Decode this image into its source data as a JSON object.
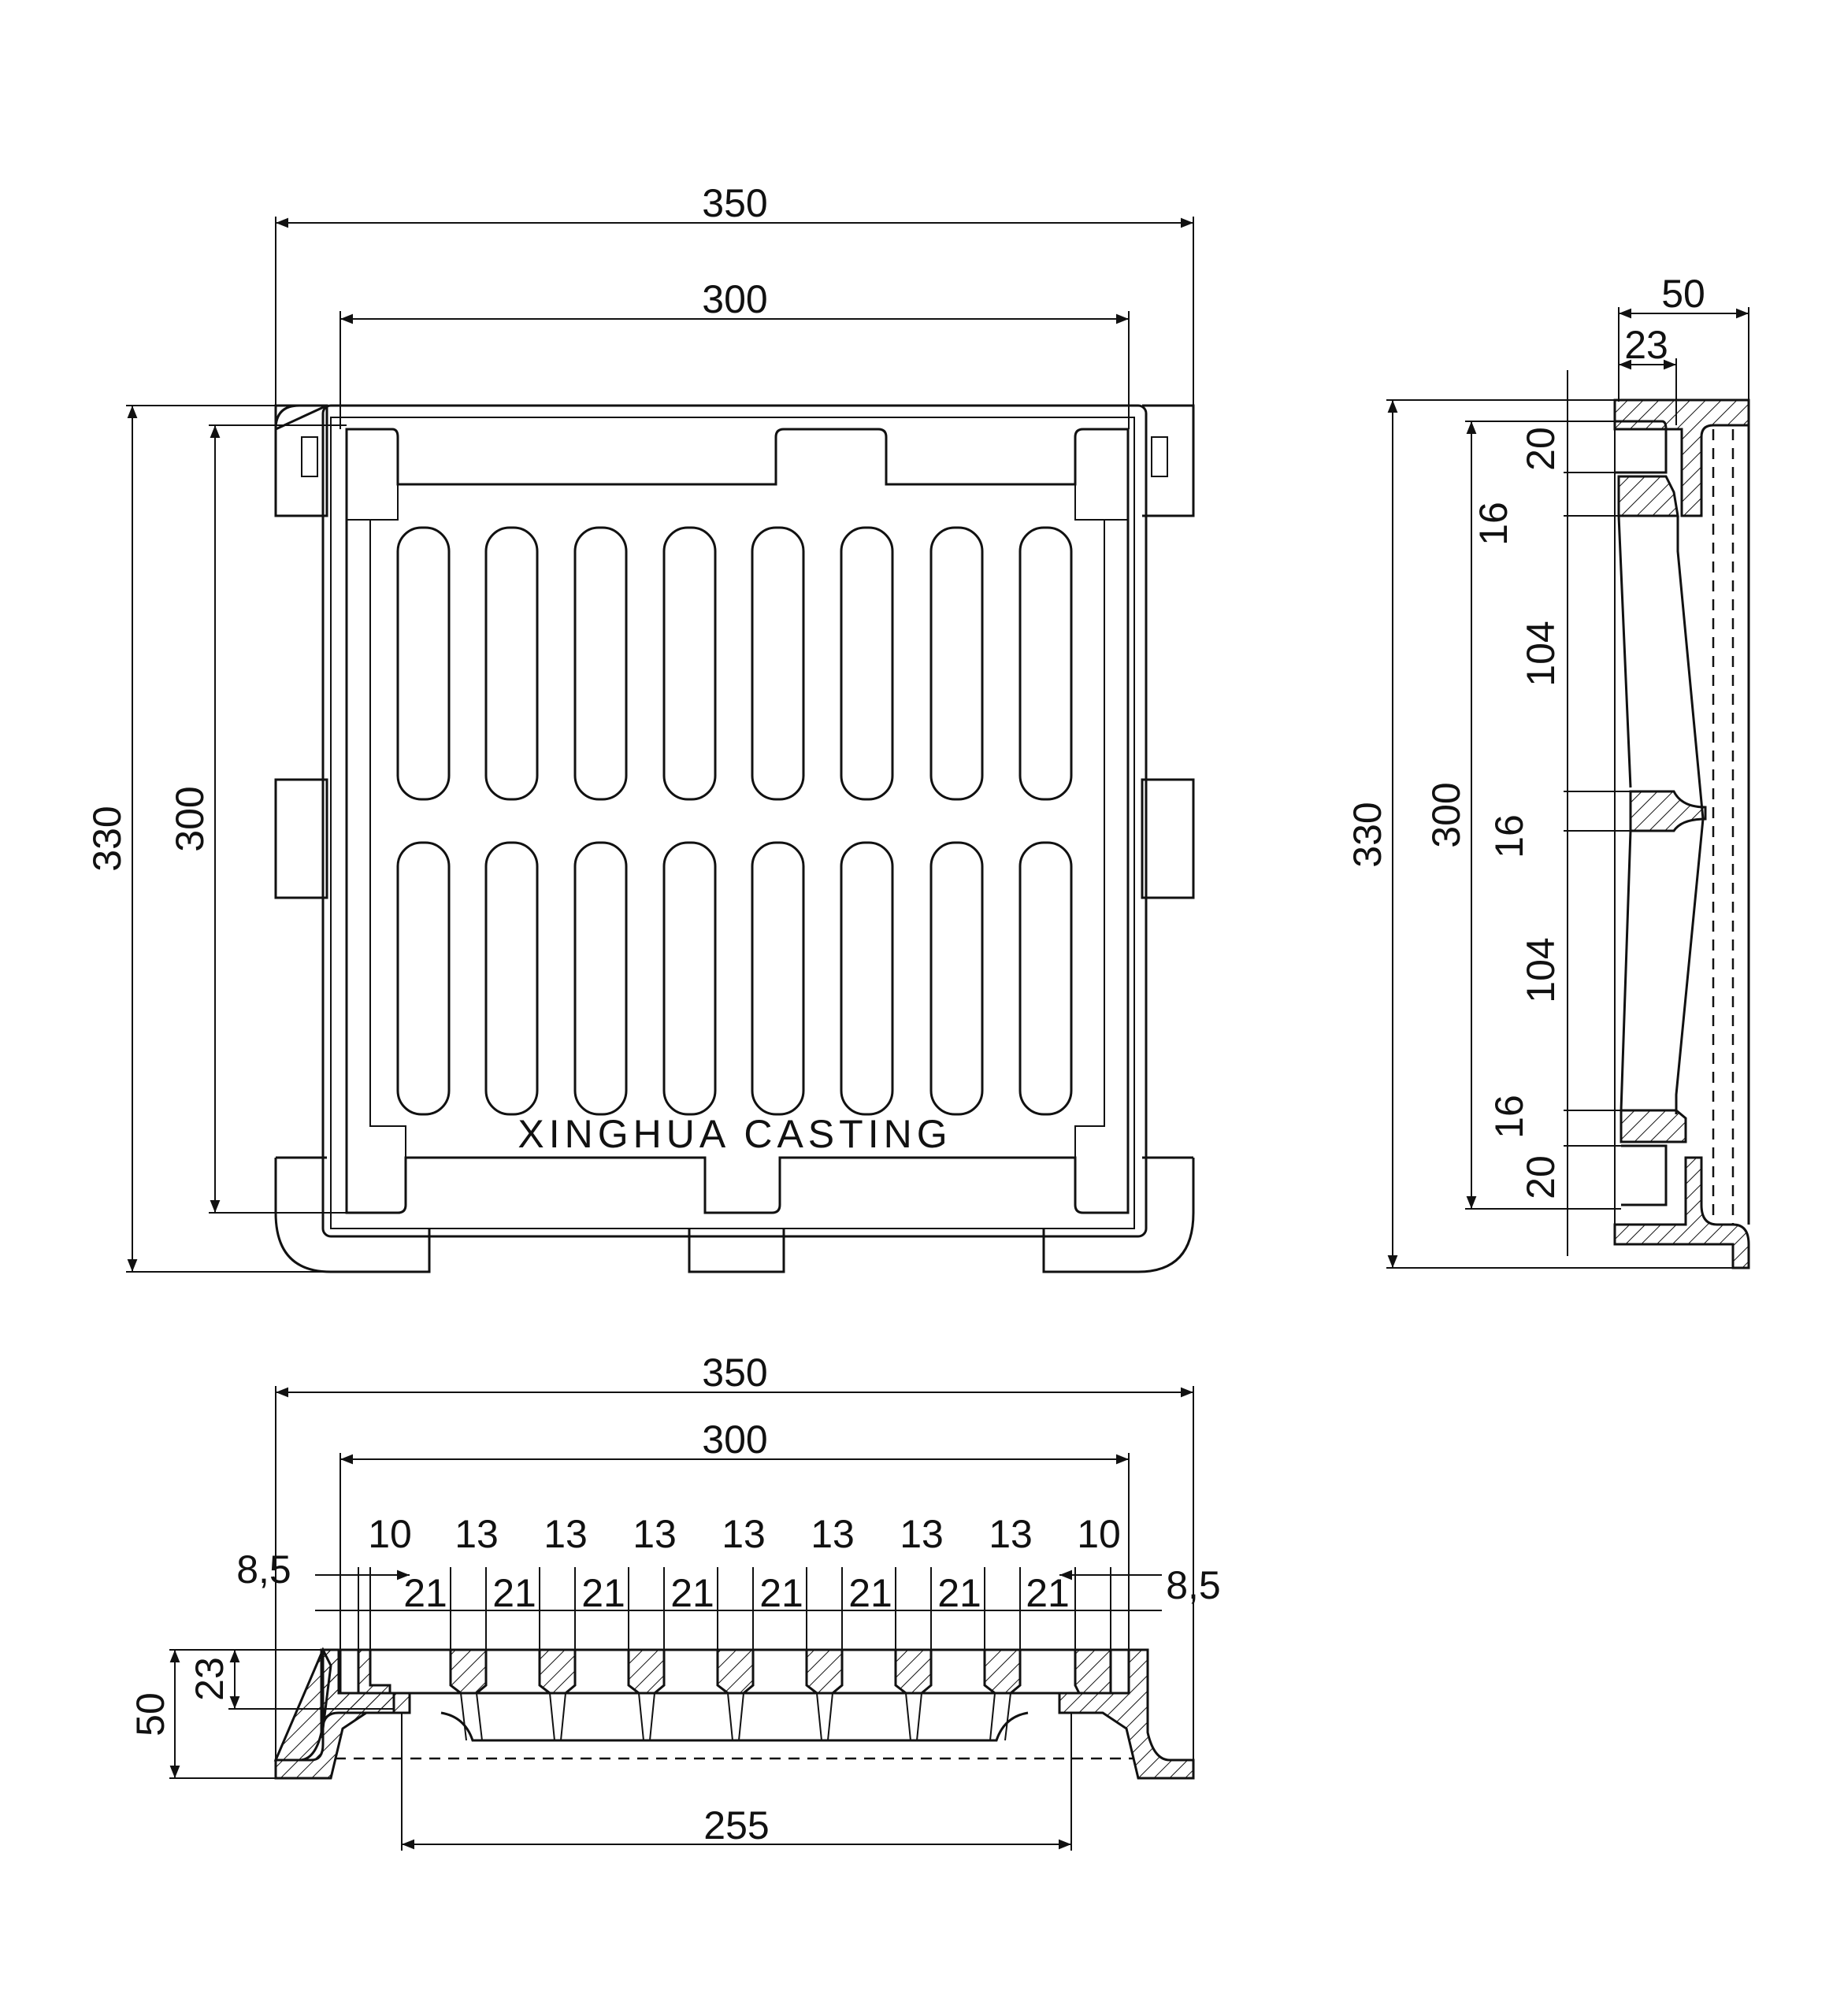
{
  "branding": {
    "text": "XINGHUA CASTING"
  },
  "top_view": {
    "width_outer": "350",
    "width_inner": "300",
    "height_outer": "330",
    "height_inner": "300"
  },
  "side_view": {
    "depth": "50",
    "flange": "23",
    "height_outer": "330",
    "height_inner": "300",
    "segments": [
      "20",
      "16",
      "104",
      "16",
      "104",
      "16",
      "20"
    ]
  },
  "bottom_view": {
    "width_outer": "350",
    "width_inner": "300",
    "pitch_top": [
      "10",
      "13",
      "13",
      "13",
      "13",
      "13",
      "13",
      "13",
      "10"
    ],
    "slot_widths": [
      "21",
      "21",
      "21",
      "21",
      "21",
      "21",
      "21",
      "21"
    ],
    "edge_left": "8,5",
    "edge_right": "8,5",
    "height_total": "50",
    "height_flange": "23",
    "base_width": "255"
  }
}
